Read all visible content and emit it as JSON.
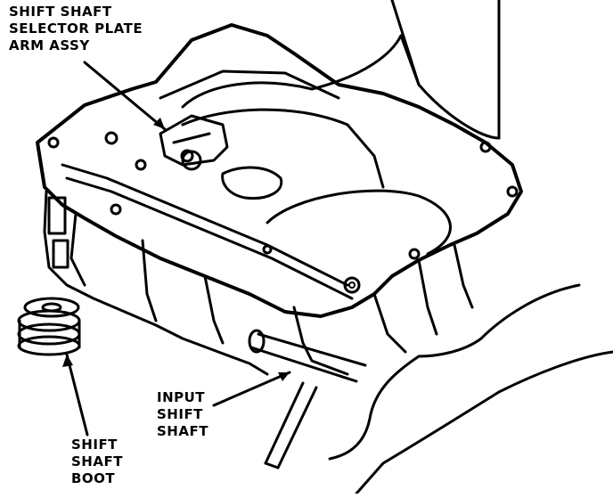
{
  "labels": {
    "selector_plate": [
      "SHIFT SHAFT",
      "SELECTOR PLATE",
      "ARM ASSY"
    ],
    "input_shift_shaft": [
      "INPUT",
      "SHIFT",
      "SHAFT"
    ],
    "shift_shaft_boot": [
      "SHIFT",
      "SHAFT",
      "BOOT"
    ]
  },
  "colors": {
    "ink": "#000000",
    "paper": "#ffffff"
  }
}
